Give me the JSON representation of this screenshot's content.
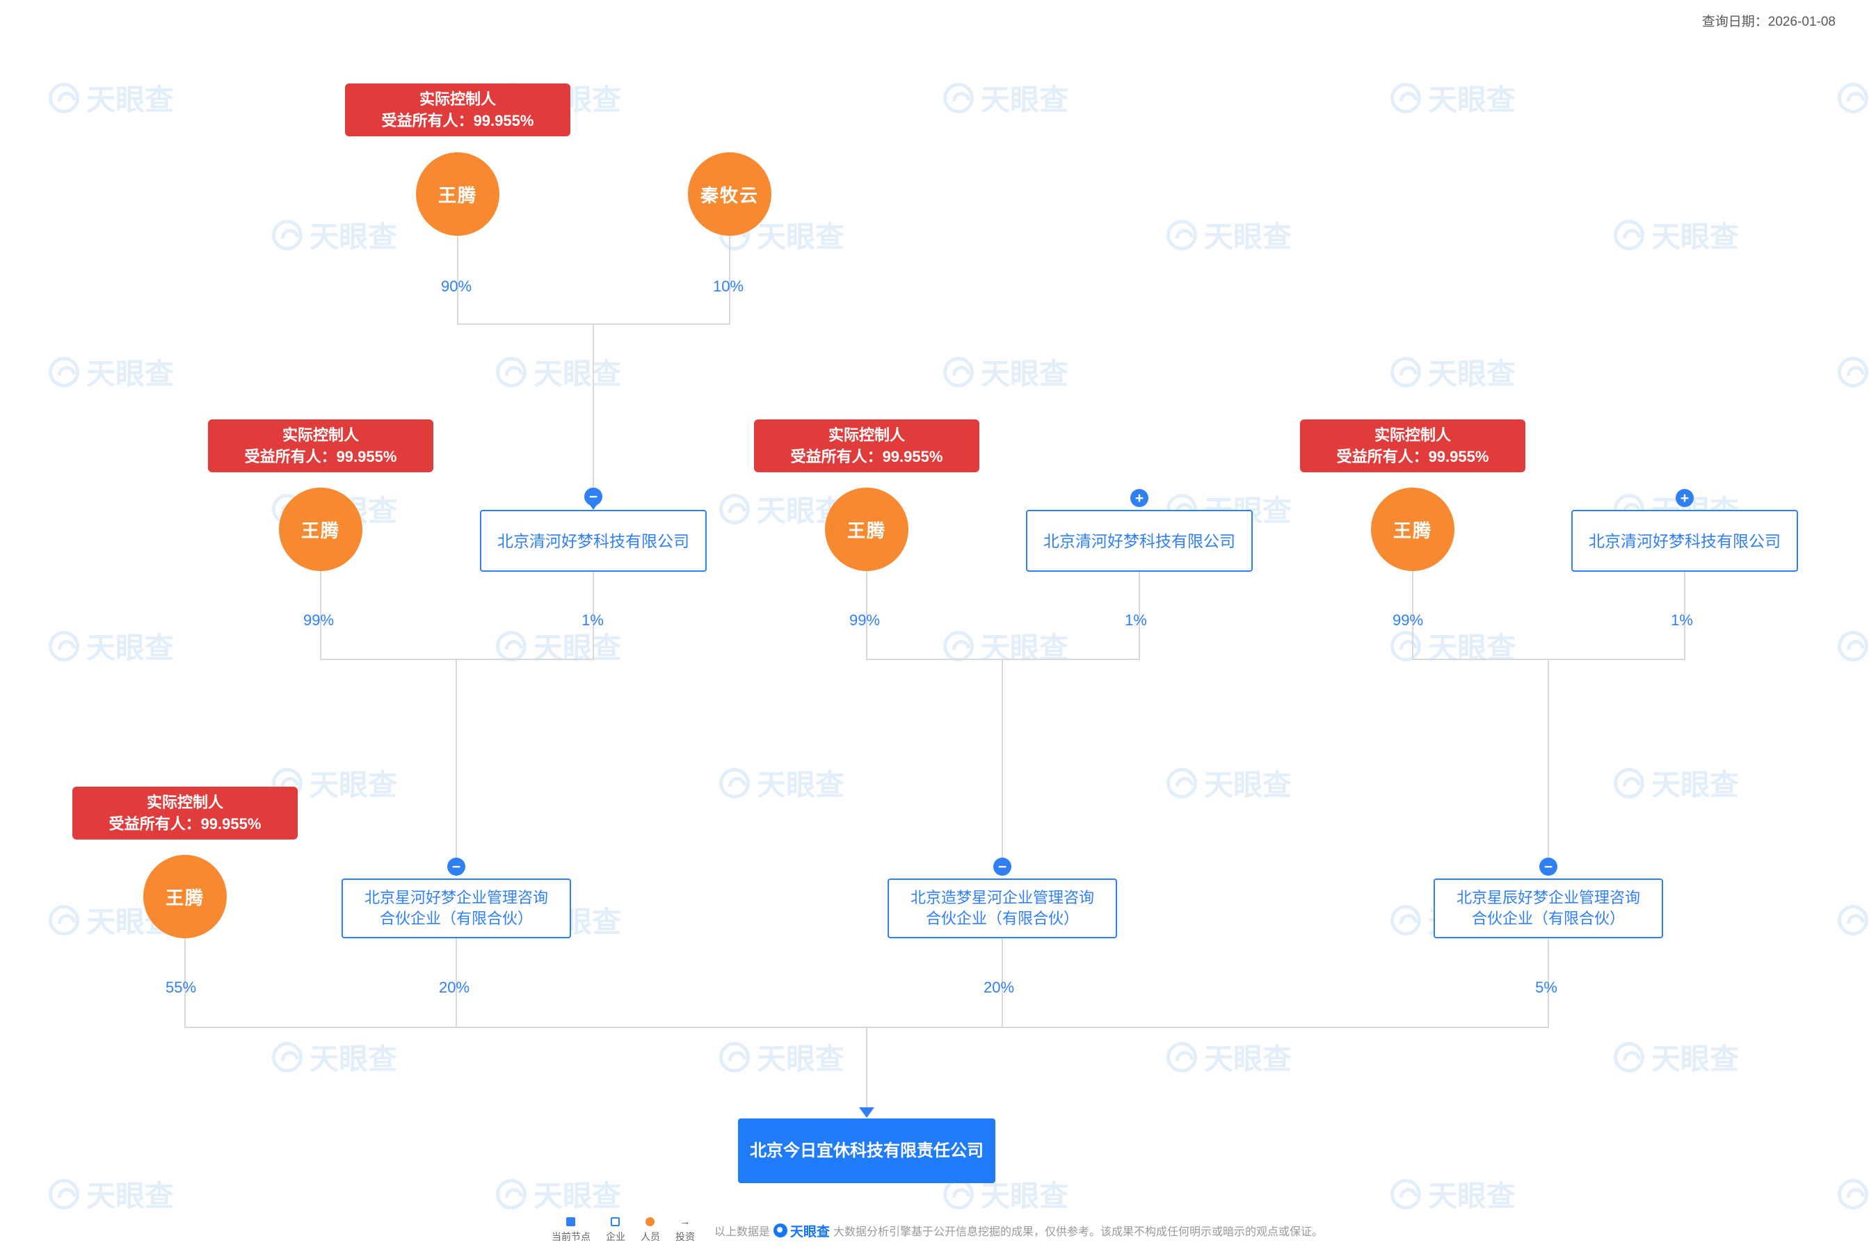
{
  "header": {
    "query_date": "查询日期：2026-01-08"
  },
  "badge": {
    "line1": "实际控制人",
    "line2": "受益所有人：99.955%"
  },
  "persons": {
    "wang_teng": "王腾",
    "qin_mu_yun": "秦牧云"
  },
  "companies": {
    "qinghe": "北京清河好梦科技有限公司",
    "xinghe": {
      "line1": "北京星河好梦企业管理咨询",
      "line2": "合伙企业（有限合伙）"
    },
    "zaomeng": {
      "line1": "北京造梦星河企业管理咨询",
      "line2": "合伙企业（有限合伙）"
    },
    "xingchen": {
      "line1": "北京星辰好梦企业管理咨询",
      "line2": "合伙企业（有限合伙）"
    },
    "target": "北京今日宜休科技有限责任公司"
  },
  "expanders": {
    "minus": "−",
    "plus": "+"
  },
  "relationships": [
    {
      "from": "王腾",
      "to": "北京清河好梦科技有限公司",
      "percent": "90%"
    },
    {
      "from": "秦牧云",
      "to": "北京清河好梦科技有限公司",
      "percent": "10%"
    },
    {
      "from": "王腾",
      "to": "北京星河好梦企业管理咨询合伙企业（有限合伙）",
      "percent": "99%"
    },
    {
      "from": "北京清河好梦科技有限公司",
      "to": "北京星河好梦企业管理咨询合伙企业（有限合伙）",
      "percent": "1%"
    },
    {
      "from": "王腾",
      "to": "北京造梦星河企业管理咨询合伙企业（有限合伙）",
      "percent": "99%"
    },
    {
      "from": "北京清河好梦科技有限公司",
      "to": "北京造梦星河企业管理咨询合伙企业（有限合伙）",
      "percent": "1%"
    },
    {
      "from": "王腾",
      "to": "北京星辰好梦企业管理咨询合伙企业（有限合伙）",
      "percent": "99%"
    },
    {
      "from": "北京清河好梦科技有限公司",
      "to": "北京星辰好梦企业管理咨询合伙企业（有限合伙）",
      "percent": "1%"
    },
    {
      "from": "王腾",
      "to": "北京今日宜休科技有限责任公司",
      "percent": "55%"
    },
    {
      "from": "北京星河好梦企业管理咨询合伙企业（有限合伙）",
      "to": "北京今日宜休科技有限责任公司",
      "percent": "20%"
    },
    {
      "from": "北京造梦星河企业管理咨询合伙企业（有限合伙）",
      "to": "北京今日宜休科技有限责任公司",
      "percent": "20%"
    },
    {
      "from": "北京星辰好梦企业管理咨询合伙企业（有限合伙）",
      "to": "北京今日宜休科技有限责任公司",
      "percent": "5%"
    }
  ],
  "legend": {
    "current_node": "当前节点",
    "company": "企业",
    "person": "人员",
    "investment": "投资"
  },
  "footer": {
    "prefix": "以上数据是",
    "brand": "天眼查",
    "suffix": "大数据分析引擎基于公开信息挖掘的成果，仅供参考。该成果不构成任何明示或暗示的观点或保证。"
  },
  "watermark": {
    "text": "天眼查"
  },
  "colors": {
    "blue": "#2f80f5",
    "orange": "#f78a30",
    "red": "#e13c3c",
    "line": "#d9d9d9"
  }
}
